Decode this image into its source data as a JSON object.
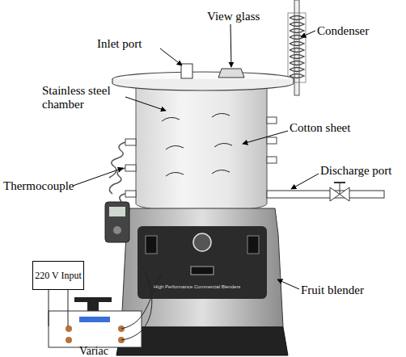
{
  "diagram": {
    "nodes": [
      {
        "text": [
          "220 V Input"
        ]
      },
      {
        "text": [
          "Variac"
        ]
      }
    ],
    "edges": [
      {
        "from": 0,
        "to": 1,
        "arrow": "none"
      }
    ],
    "labels": [
      "View glass",
      "Condenser",
      "Inlet port",
      "Stainless steel chamber",
      "Cotton sheet",
      "Thermocouple",
      "Discharge port",
      "Fruit blender",
      "High Performance Commercial Blenders"
    ]
  }
}
